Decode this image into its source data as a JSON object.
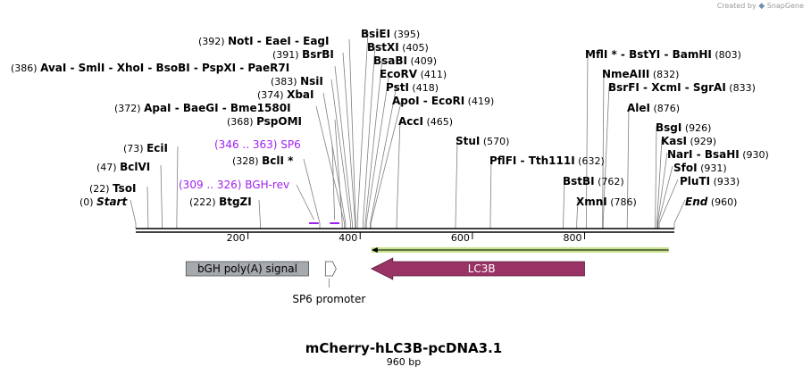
{
  "credit": {
    "prefix": "Created by",
    "brand": "SnapGene"
  },
  "title": "mCherry-hLC3B-pcDNA3.1",
  "length_label": "960 bp",
  "sequence_length": 960,
  "ruler_ticks": [
    "200",
    "400",
    "600",
    "800"
  ],
  "sites": [
    {
      "pos": "(0)",
      "name": "Start",
      "bp": 0,
      "italic": true
    },
    {
      "pos": "(22)",
      "name": "TsoI",
      "bp": 22
    },
    {
      "pos": "(47)",
      "name": "BclVI",
      "bp": 47
    },
    {
      "pos": "(73)",
      "name": "EciI",
      "bp": 73
    },
    {
      "pos": "(222)",
      "name": "BtgZI",
      "bp": 222
    },
    {
      "pos": "(328)",
      "name": "BclI *",
      "bp": 328
    },
    {
      "pos": "(368)",
      "name": "PspOMI",
      "bp": 368
    },
    {
      "pos": "(372)",
      "name": "ApaI - BaeGI - Bme1580I",
      "bp": 372
    },
    {
      "pos": "(374)",
      "name": "XbaI",
      "bp": 374
    },
    {
      "pos": "(383)",
      "name": "NsiI",
      "bp": 383
    },
    {
      "pos": "(386)",
      "name": "AvaI - SmlI - XhoI - BsoBI - PspXI - PaeR7I",
      "bp": 386
    },
    {
      "pos": "(391)",
      "name": "BsrBI",
      "bp": 391
    },
    {
      "pos": "(392)",
      "name": "NotI - EaeI - EagI",
      "bp": 392
    },
    {
      "pos": "(395)",
      "name": "BsiEI",
      "bp": 395
    },
    {
      "pos": "(405)",
      "name": "BstXI",
      "bp": 405
    },
    {
      "pos": "(409)",
      "name": "BsaBI",
      "bp": 409
    },
    {
      "pos": "(411)",
      "name": "EcoRV",
      "bp": 411
    },
    {
      "pos": "(418)",
      "name": "PstI",
      "bp": 418
    },
    {
      "pos": "(419)",
      "name": "ApoI - EcoRI",
      "bp": 419
    },
    {
      "pos": "(465)",
      "name": "AccI",
      "bp": 465
    },
    {
      "pos": "(570)",
      "name": "StuI",
      "bp": 570
    },
    {
      "pos": "(632)",
      "name": "PflFI - Tth111I",
      "bp": 632
    },
    {
      "pos": "(762)",
      "name": "BstBI",
      "bp": 762
    },
    {
      "pos": "(786)",
      "name": "XmnI",
      "bp": 786
    },
    {
      "pos": "(803)",
      "name": "MflI * - BstYI - BamHI",
      "bp": 803
    },
    {
      "pos": "(832)",
      "name": "NmeAIII",
      "bp": 832
    },
    {
      "pos": "(833)",
      "name": "BsrFI - XcmI - SgrAI",
      "bp": 833
    },
    {
      "pos": "(876)",
      "name": "AleI",
      "bp": 876
    },
    {
      "pos": "(926)",
      "name": "BsgI",
      "bp": 926
    },
    {
      "pos": "(929)",
      "name": "KasI",
      "bp": 929
    },
    {
      "pos": "(930)",
      "name": "NarI - BsaHI",
      "bp": 930
    },
    {
      "pos": "(931)",
      "name": "SfoI",
      "bp": 931
    },
    {
      "pos": "(933)",
      "name": "PluTI",
      "bp": 933
    },
    {
      "pos": "(960)",
      "name": "End",
      "bp": 960,
      "italic": true
    }
  ],
  "primers": [
    {
      "range": "(309 .. 326)",
      "name": "BGH-rev",
      "start": 309,
      "end": 326
    },
    {
      "range": "(346 .. 363)",
      "name": "SP6",
      "start": 346,
      "end": 363
    }
  ],
  "features": [
    {
      "name": "bGH poly(A) signal",
      "start": 96,
      "end": 321,
      "color": "#a6a9ad"
    },
    {
      "name": "SP6 promoter",
      "start": 346,
      "end": 363,
      "color": "#ffffff"
    },
    {
      "name": "LC3B",
      "start": 420,
      "end": 800,
      "color": "#993366"
    }
  ],
  "orf": {
    "start": 420,
    "end": 950,
    "color": "#9acd32"
  }
}
